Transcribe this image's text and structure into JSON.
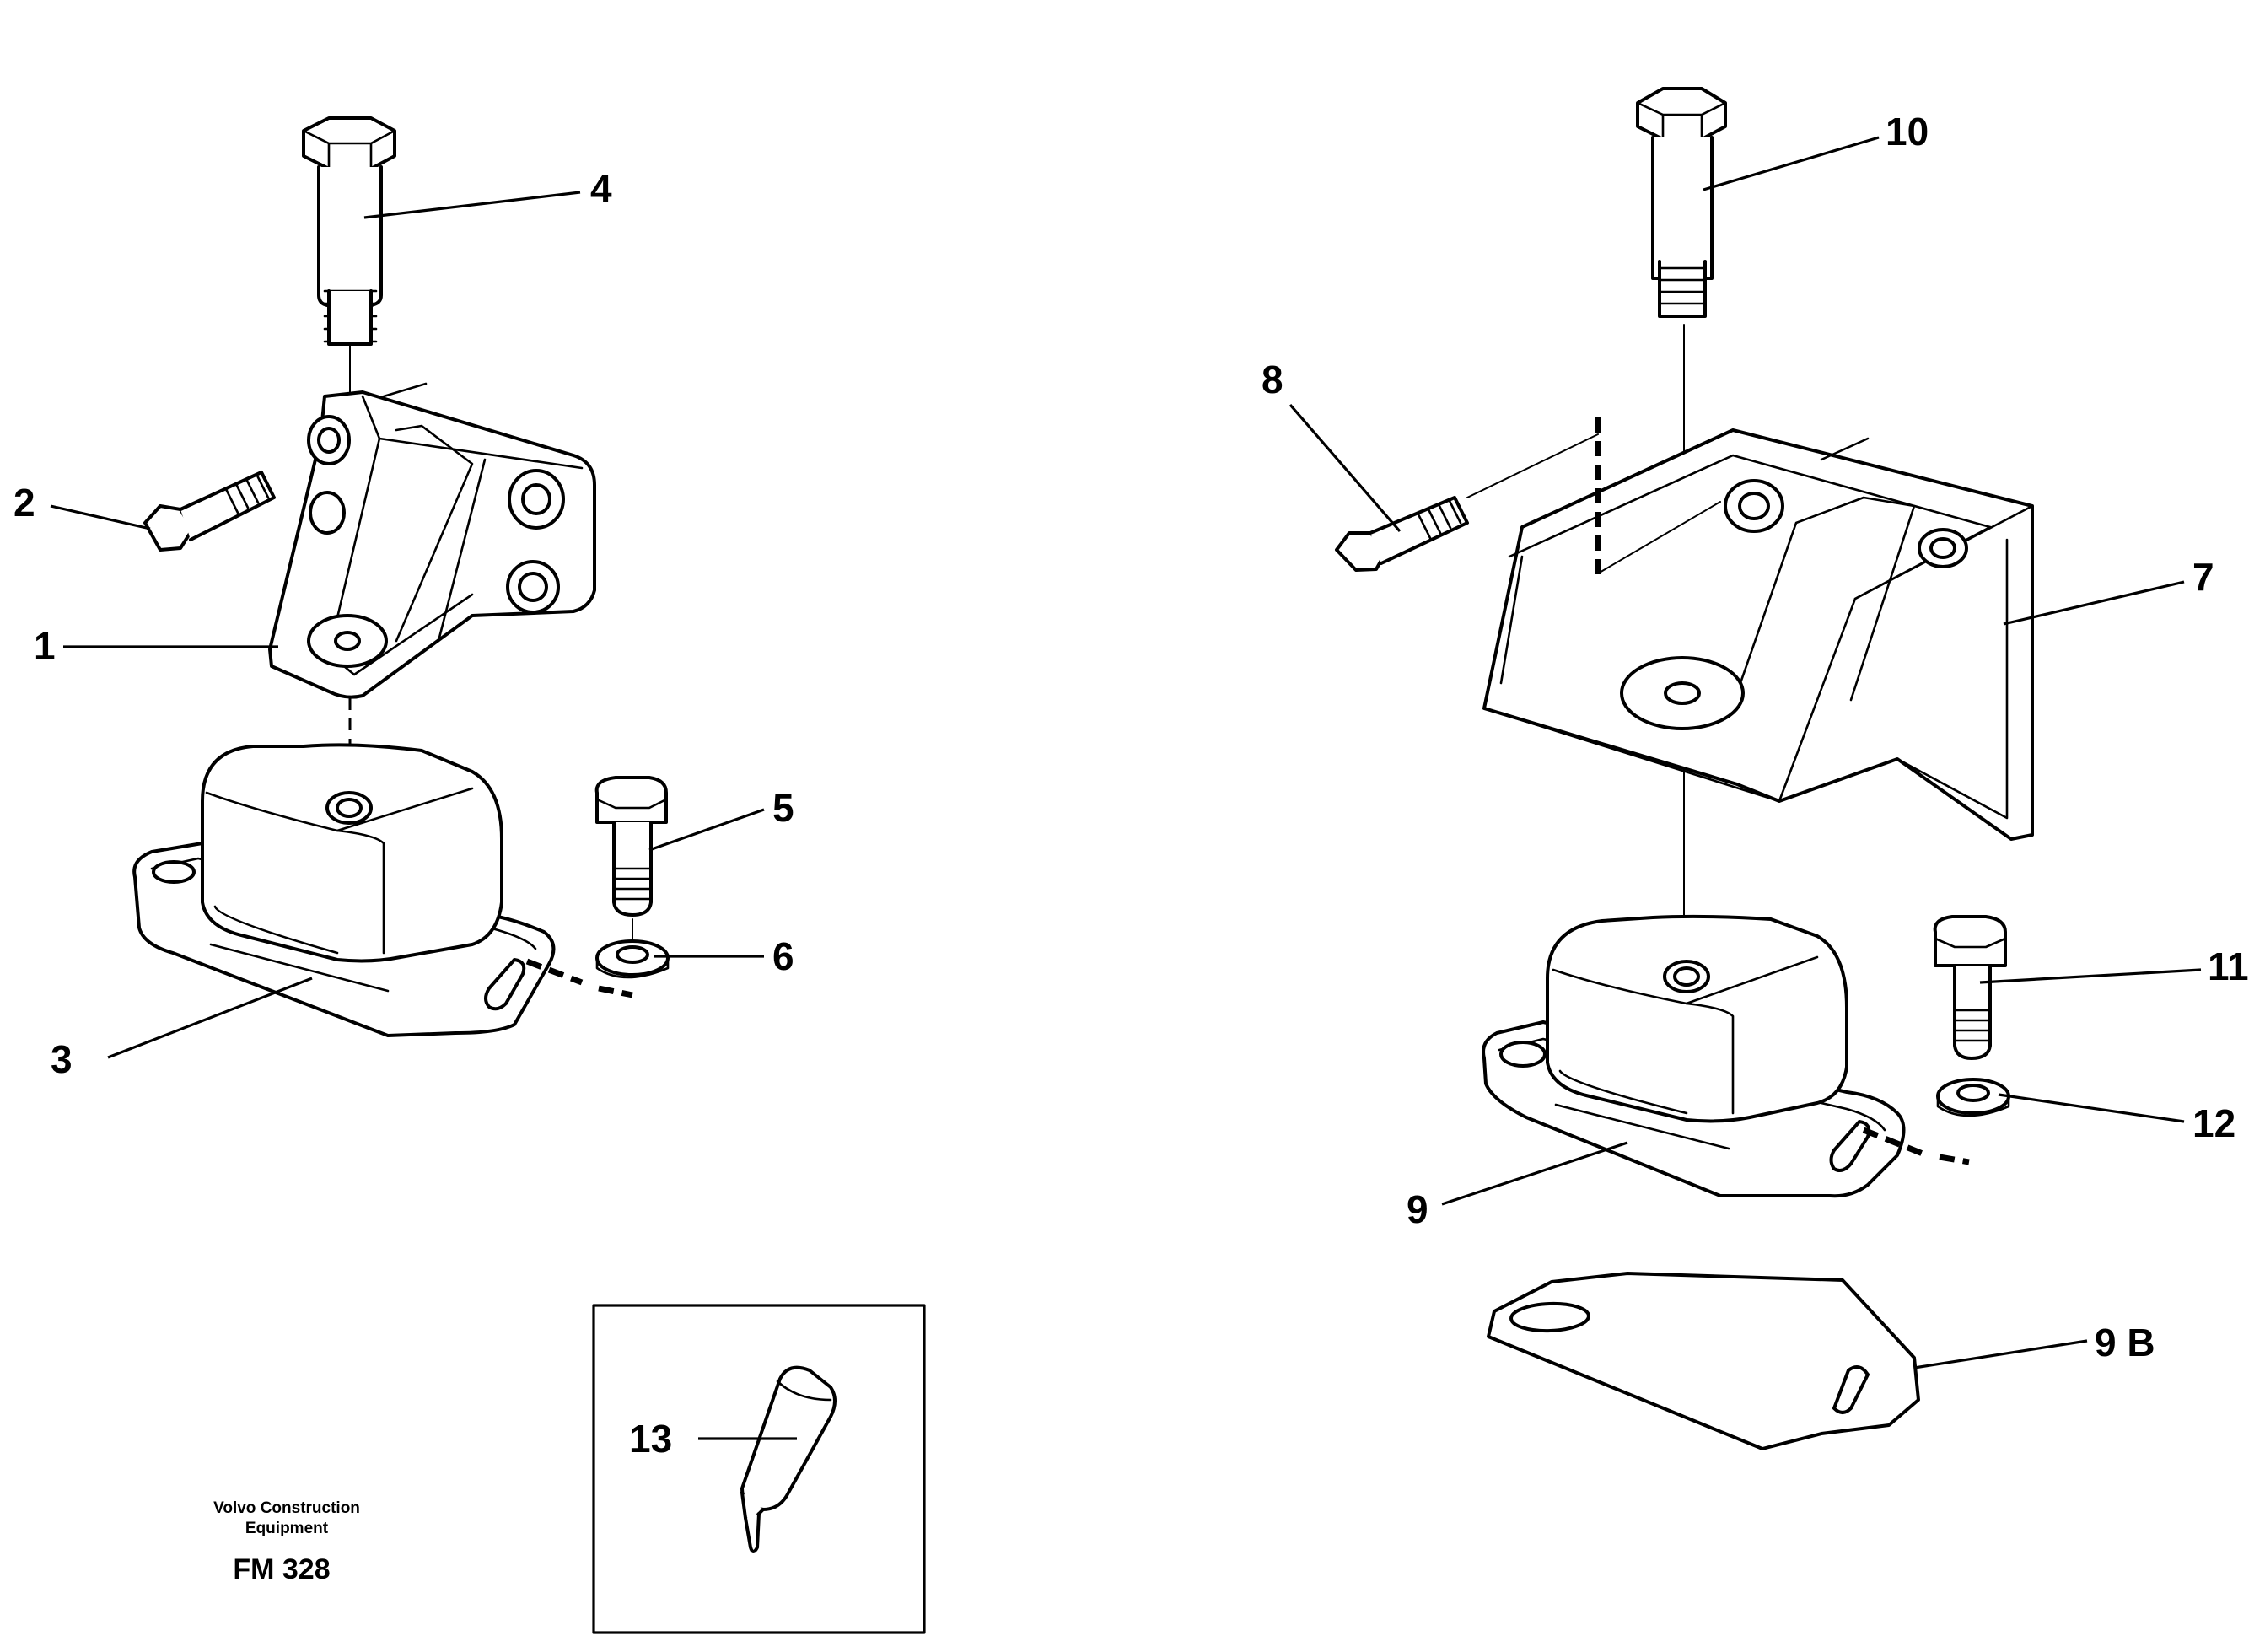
{
  "callouts": {
    "c1": "1",
    "c2": "2",
    "c3": "3",
    "c4": "4",
    "c5": "5",
    "c6": "6",
    "c7": "7",
    "c8": "8",
    "c9": "9",
    "c9b": "9 B",
    "c10": "10",
    "c11": "11",
    "c12": "12",
    "c13": "13"
  },
  "footer": {
    "company_line1": "Volvo Construction",
    "company_line2": "Equipment",
    "figure_code": "FM 328"
  }
}
